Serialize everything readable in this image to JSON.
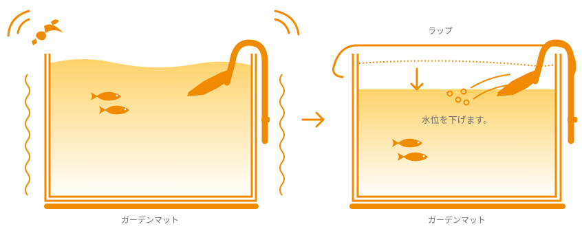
{
  "labels": {
    "mat_left": "ガーデンマット",
    "mat_right": "ガーデンマット",
    "wrap": "ラップ",
    "water_level": "水位を下げます。"
  },
  "colors": {
    "orange": "#f08a00",
    "water_top": "#fdd777",
    "water_bottom": "#ffffff",
    "dotted": "#f08a00",
    "text": "#6e6e6e"
  },
  "icons": {
    "arrow_between": "right-arrow-icon",
    "arrow_down": "down-arrow-icon"
  }
}
